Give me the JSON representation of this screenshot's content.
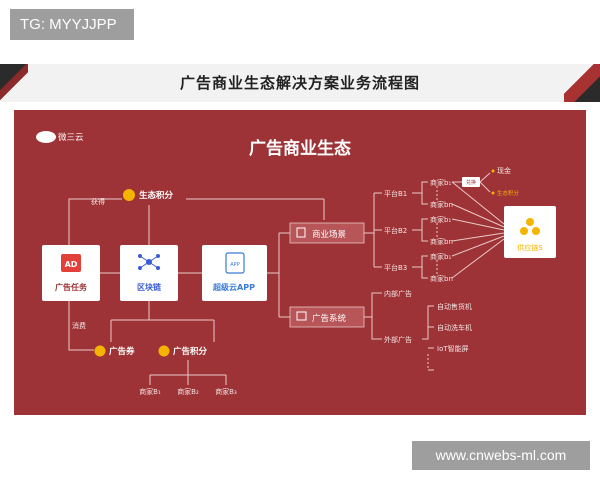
{
  "watermark_top": "TG: MYYJJPP",
  "watermark_bottom": "www.cnwebs-ml.com",
  "title": "广告商业生态解决方案业务流程图",
  "panel": {
    "brand": "微三云",
    "heading": "广告商业生态",
    "label_integral_top": "生态积分",
    "label_earn": "获得",
    "label_ad_task": "广告任务",
    "label_ad_icon": "AD",
    "label_blockchain": "区块链",
    "label_super_app": "超级云APP",
    "label_app_icon": "APP",
    "label_scene": "商业场景",
    "label_system": "广告系统",
    "label_use": "消费",
    "label_coupon": "广告券",
    "label_integral_bottom": "广告积分",
    "merchants_bottom": [
      "商家B₁",
      "商家B₂",
      "商家B₃"
    ],
    "platforms": [
      "平台B1",
      "平台B2",
      "平台B3"
    ],
    "platform_merchants": [
      [
        "商家b₁",
        "商家bn"
      ],
      [
        "商家b₁",
        "商家bn"
      ],
      [
        "商家b₁",
        "商家bn"
      ]
    ],
    "label_exchange": "兑换",
    "label_cash": "现金",
    "label_eco_points": "生态积分",
    "label_supply_chain": "供应链S",
    "label_internal_ad": "内部广告",
    "label_external_ad": "外部广告",
    "external_ads": [
      "自动售货机",
      "自动洗车机",
      "IoT智能屏"
    ],
    "colors": {
      "panel": "#9d3336",
      "accent": "#f5b400"
    },
    "icons": [
      "logo-cloud-icon",
      "coin-icon",
      "ad-icon",
      "blockchain-icon",
      "app-icon",
      "scene-icon",
      "system-icon",
      "coupon-icon",
      "supply-chain-icon"
    ]
  }
}
